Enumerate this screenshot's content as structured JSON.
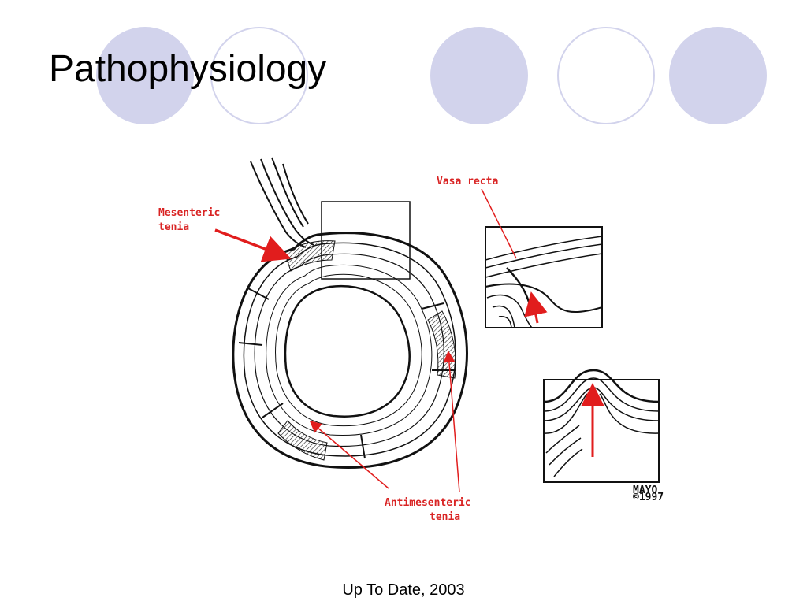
{
  "slide": {
    "title": "Pathophysiology",
    "caption": "Up To Date, 2003"
  },
  "figure": {
    "labels": {
      "mesenteric_line1": "Mesenteric",
      "mesenteric_line2": "tenia",
      "vasa_recta": "Vasa recta",
      "antimesenteric_line1": "Antimesenteric",
      "antimesenteric_line2": "tenia",
      "signature_line1": "MAYO",
      "signature_line2": "©1997"
    },
    "colors": {
      "label": "#d92424",
      "arrow": "#e11d1d",
      "ink": "#111111"
    }
  },
  "theme": {
    "circle_fill": "#d2d3ec",
    "circle_outline": "#d2d3ec"
  }
}
